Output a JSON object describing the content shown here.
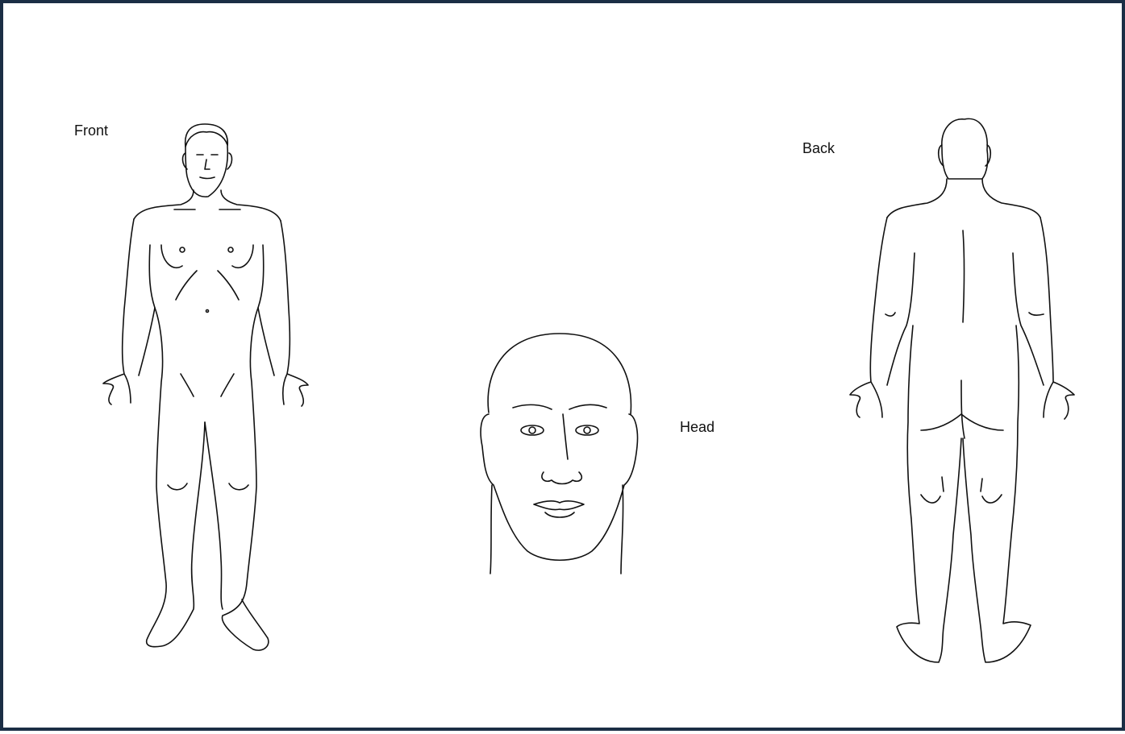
{
  "labels": {
    "front": "Front",
    "back": "Back",
    "head": "Head"
  },
  "figures": {
    "front": {
      "icon": "front-body-outline-icon"
    },
    "head": {
      "icon": "head-outline-icon"
    },
    "back": {
      "icon": "back-body-outline-icon"
    }
  },
  "colors": {
    "frame_border": "#1b2e45",
    "line": "#111111",
    "background": "#ffffff"
  }
}
